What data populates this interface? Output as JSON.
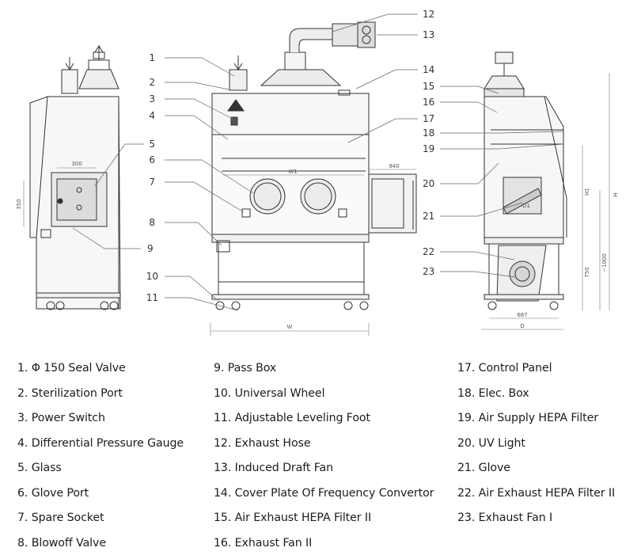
{
  "callouts": [
    "1",
    "2",
    "3",
    "4",
    "5",
    "6",
    "7",
    "8",
    "9",
    "10",
    "11",
    "12",
    "13",
    "14",
    "15",
    "16",
    "17",
    "18",
    "19",
    "20",
    "21",
    "22",
    "23"
  ],
  "dimensions": {
    "side_width": "300",
    "side_height": "350",
    "front_width_inner": "W1",
    "pass_box": "940",
    "front_width": "W",
    "depth_inner": "687",
    "depth": "D",
    "height_total": "H",
    "height_work": "H1",
    "height_base": "750",
    "height_floor": "~1000",
    "window_label": "D1"
  },
  "legend": {
    "col1": [
      "1. Φ 150 Seal Valve",
      "2. Sterilization Port",
      "3. Power Switch",
      "4. Differential Pressure Gauge",
      "5. Glass",
      "6. Glove Port",
      "7. Spare Socket",
      "8. Blowoff Valve"
    ],
    "col2": [
      "9. Pass Box",
      "10. Universal Wheel",
      "11. Adjustable Leveling Foot",
      "12. Exhaust Hose",
      "13. Induced Draft Fan",
      "14. Cover Plate Of Frequency Convertor",
      "15. Air Exhaust HEPA Filter II",
      "16. Exhaust Fan II"
    ],
    "col3": [
      "17. Control Panel",
      "18. Elec. Box",
      "19. Air Supply HEPA Filter",
      "20. UV Light",
      "21. Glove",
      "22. Air Exhaust HEPA Filter II",
      "23. Exhaust Fan I"
    ]
  }
}
